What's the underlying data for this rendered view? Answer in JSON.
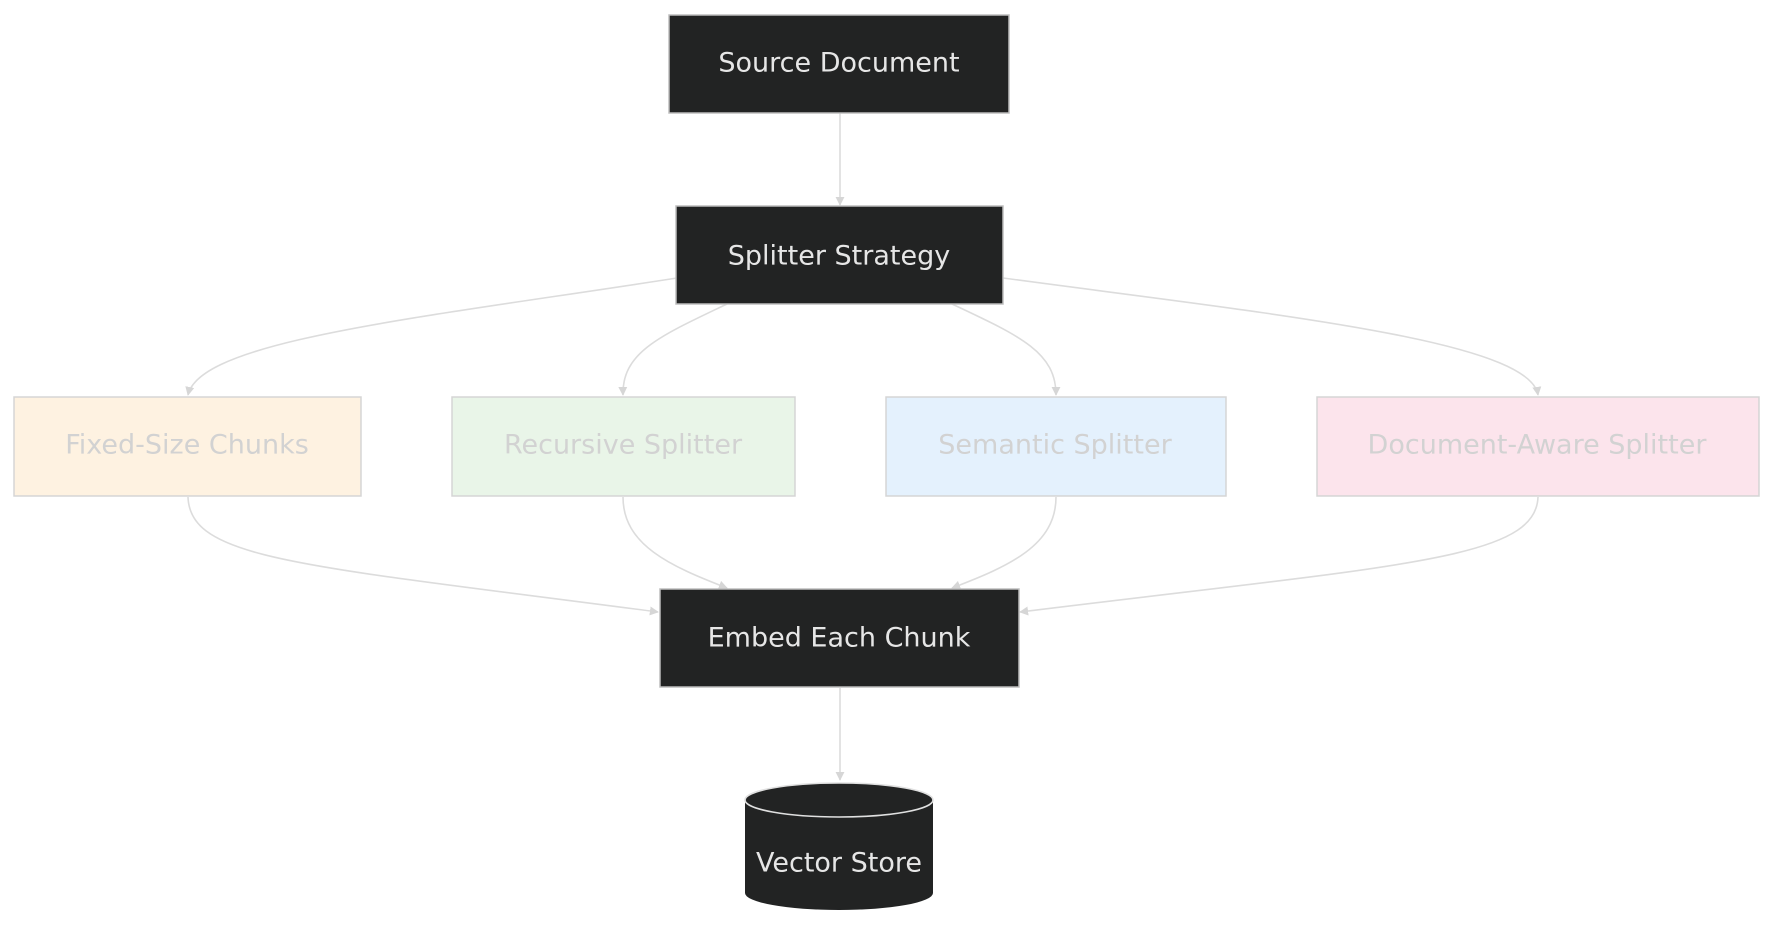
{
  "nodes": {
    "source_document": {
      "label": "Source Document",
      "fill": "#222323",
      "stroke": "#bdbdbd",
      "text_color": "#e6e6e6"
    },
    "splitter_strategy": {
      "label": "Splitter Strategy",
      "fill": "#222323",
      "stroke": "#bdbdbd",
      "text_color": "#e6e6e6"
    },
    "fixed_size_chunks": {
      "label": "Fixed-Size Chunks",
      "fill": "#fef2e1",
      "stroke": "#d5d5d5",
      "text_color": "#d2d2d2"
    },
    "recursive_splitter": {
      "label": "Recursive Splitter",
      "fill": "#e9f5e8",
      "stroke": "#d5d5d5",
      "text_color": "#d2d2d2"
    },
    "semantic_splitter": {
      "label": "Semantic Splitter",
      "fill": "#e4f1fd",
      "stroke": "#d5d5d5",
      "text_color": "#d2d2d2"
    },
    "document_aware_splitter": {
      "label": "Document-Aware Splitter",
      "fill": "#fce4ec",
      "stroke": "#d5d5d5",
      "text_color": "#d2d2d2"
    },
    "embed_each_chunk": {
      "label": "Embed Each Chunk",
      "fill": "#222323",
      "stroke": "#bdbdbd",
      "text_color": "#e6e6e6"
    },
    "vector_store": {
      "label": "Vector Store",
      "fill": "#222323",
      "stroke": "#e0e0e0",
      "text_color": "#e6e6e6",
      "shape": "cylinder"
    }
  },
  "edges": [
    {
      "from": "source_document",
      "to": "splitter_strategy"
    },
    {
      "from": "splitter_strategy",
      "to": "fixed_size_chunks"
    },
    {
      "from": "splitter_strategy",
      "to": "recursive_splitter"
    },
    {
      "from": "splitter_strategy",
      "to": "semantic_splitter"
    },
    {
      "from": "splitter_strategy",
      "to": "document_aware_splitter"
    },
    {
      "from": "fixed_size_chunks",
      "to": "embed_each_chunk"
    },
    {
      "from": "recursive_splitter",
      "to": "embed_each_chunk"
    },
    {
      "from": "semantic_splitter",
      "to": "embed_each_chunk"
    },
    {
      "from": "document_aware_splitter",
      "to": "embed_each_chunk"
    },
    {
      "from": "embed_each_chunk",
      "to": "vector_store"
    }
  ],
  "colors": {
    "edge": "#dcdcdc",
    "background": "#ffffff"
  }
}
